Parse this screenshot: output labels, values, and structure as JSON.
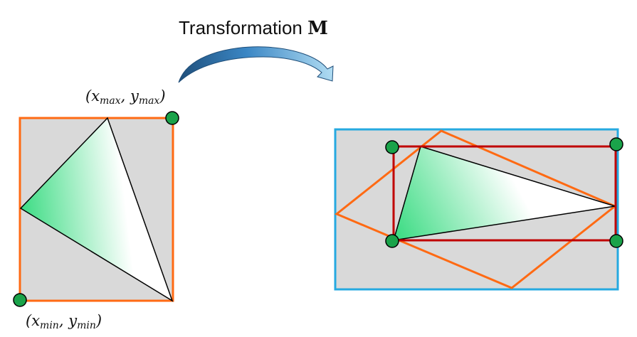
{
  "title": {
    "text": "Transformation ",
    "matrix_symbol": "M"
  },
  "labels": {
    "max_corner": {
      "open": "(",
      "x": "x",
      "x_sub": "max",
      "sep": ", ",
      "y": "y",
      "y_sub": "max",
      "close": ")"
    },
    "min_corner": {
      "open": "(",
      "x": "x",
      "x_sub": "min",
      "sep": ", ",
      "y": "y",
      "y_sub": "min",
      "close": ")"
    }
  },
  "colors": {
    "panel_fill": "#d9d9d9",
    "bbox_orange": "#ff6a13",
    "bbox_red": "#c00000",
    "frame_blue": "#26a9e0",
    "point_fill": "#1aa34a",
    "triangle_green": "#3ddc84",
    "arrow_dark": "#1f4e79",
    "arrow_light": "#9ed3ee"
  }
}
